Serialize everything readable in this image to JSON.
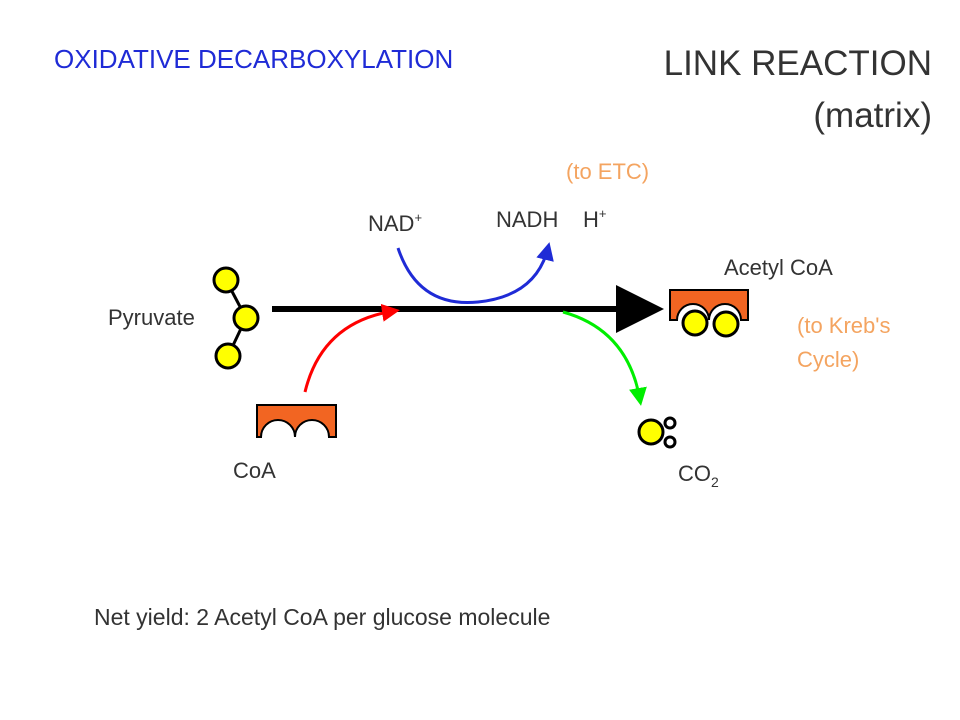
{
  "header": {
    "subtitle": "OXIDATIVE DECARBOXYLATION",
    "title_line1": "LINK REACTION",
    "title_line2": "(matrix)"
  },
  "labels": {
    "pyruvate": "Pyruvate",
    "coa": "CoA",
    "nad": "NAD",
    "nad_charge": "+",
    "nadh": "NADH",
    "h": "H",
    "h_charge": "+",
    "to_etc": "(to ETC)",
    "acetyl_coa": "Acetyl CoA",
    "to_krebs_line1": "(to Kreb's",
    "to_krebs_line2": "Cycle)",
    "co": "CO",
    "co_sub": "2"
  },
  "footer": {
    "net_yield": "Net yield: 2 Acetyl CoA per glucose molecule"
  },
  "colors": {
    "subtitle": "#1f2bd6",
    "orange_note": "#f4a460",
    "carbon_yellow": "#ffff00",
    "coa_orange": "#f26522",
    "nad_arrow": "#1f2bd6",
    "coa_arrow": "#ff0000",
    "co2_arrow": "#00ee00",
    "main_arrow": "#000000"
  }
}
